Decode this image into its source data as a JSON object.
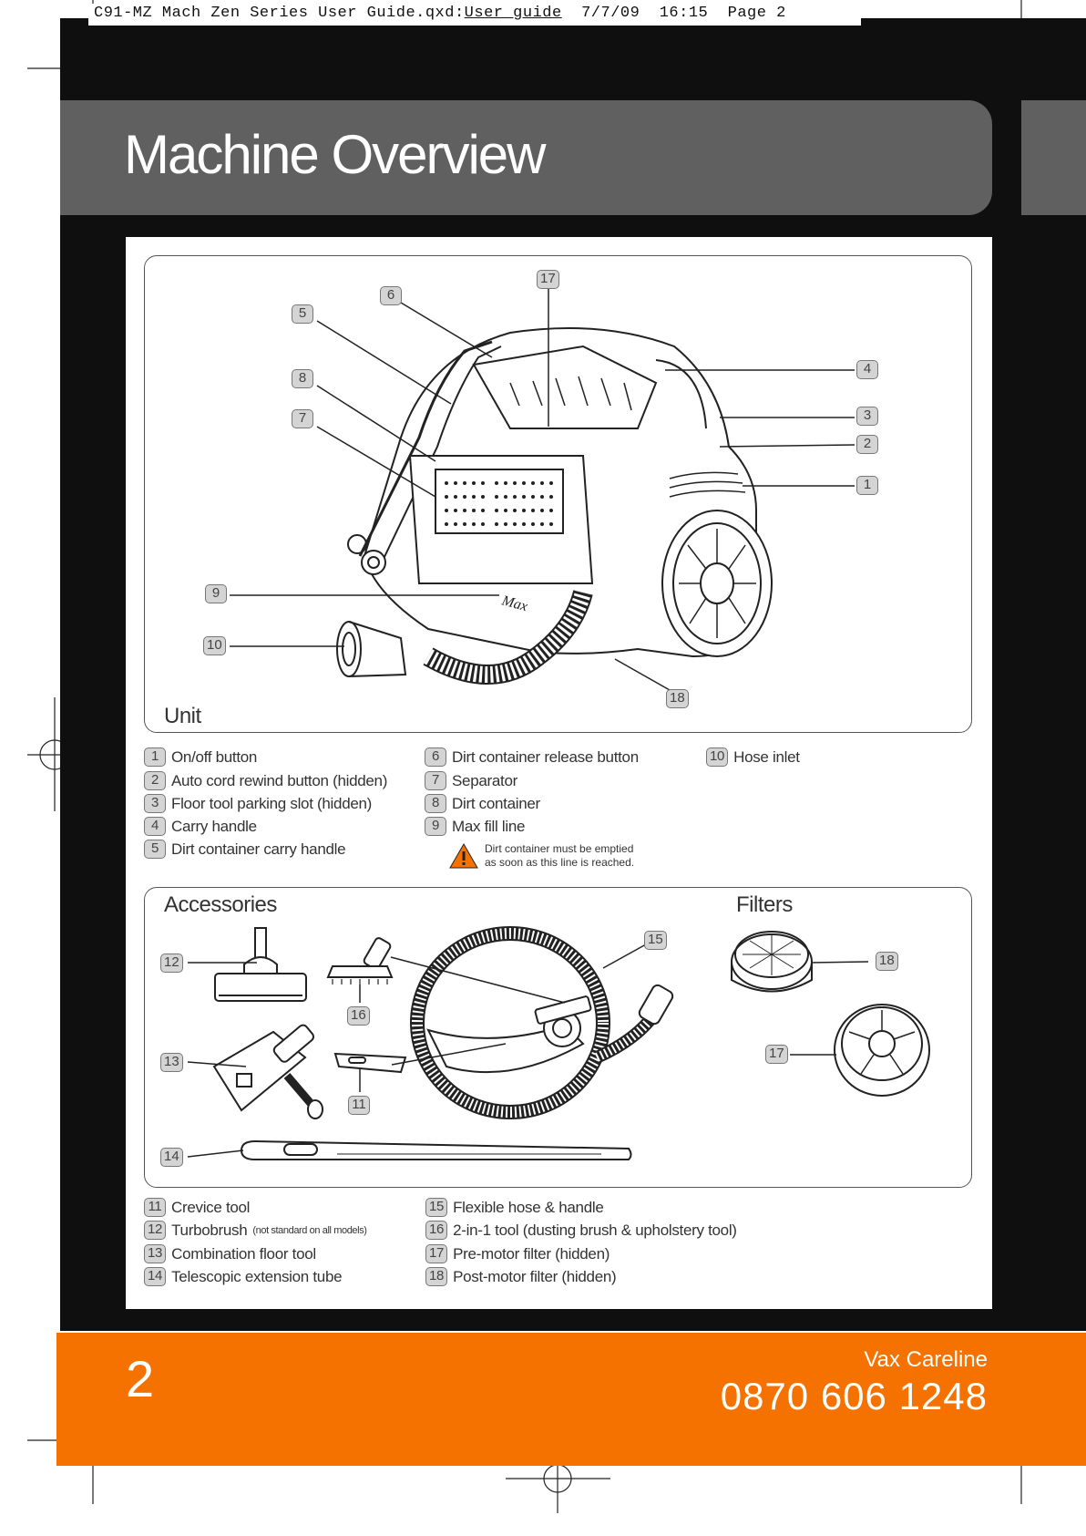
{
  "print_slug": {
    "before": "C91-MZ Mach Zen Series User Guide.qxd:",
    "underlined": "User guide",
    "after": "  7/7/09  16:15  Page 2"
  },
  "title": "Machine Overview",
  "unit_section": {
    "label": "Unit",
    "callouts": [
      "17",
      "6",
      "5",
      "8",
      "7",
      "4",
      "3",
      "2",
      "1",
      "9",
      "10",
      "18"
    ],
    "max_label": "Max",
    "parts_col1": [
      {
        "n": "1",
        "text": "On/off button"
      },
      {
        "n": "2",
        "text": "Auto cord rewind button (hidden)"
      },
      {
        "n": "3",
        "text": "Floor tool parking slot (hidden)"
      },
      {
        "n": "4",
        "text": "Carry handle"
      },
      {
        "n": "5",
        "text": "Dirt container carry handle"
      }
    ],
    "parts_col2": [
      {
        "n": "6",
        "text": "Dirt container release button"
      },
      {
        "n": "7",
        "text": "Separator"
      },
      {
        "n": "8",
        "text": "Dirt container"
      },
      {
        "n": "9",
        "text": "Max fill line"
      }
    ],
    "parts_col3": [
      {
        "n": "10",
        "text": "Hose inlet"
      }
    ],
    "warning": {
      "line1": "Dirt container must be emptied",
      "line2": "as soon as this line is reached."
    }
  },
  "accessories_section": {
    "label": "Accessories",
    "filters_label": "Filters",
    "callouts": [
      "12",
      "16",
      "15",
      "13",
      "11",
      "14",
      "18",
      "17"
    ],
    "parts_col1": [
      {
        "n": "11",
        "text": "Crevice tool",
        "note": ""
      },
      {
        "n": "12",
        "text": "Turbobrush",
        "note": "(not standard on all models)"
      },
      {
        "n": "13",
        "text": "Combination floor tool",
        "note": ""
      },
      {
        "n": "14",
        "text": "Telescopic extension tube",
        "note": ""
      }
    ],
    "parts_col2": [
      {
        "n": "15",
        "text": "Flexible hose & handle"
      },
      {
        "n": "16",
        "text": "2-in-1 tool (dusting brush & upholstery tool)"
      },
      {
        "n": "17",
        "text": "Pre-motor filter (hidden)"
      },
      {
        "n": "18",
        "text": "Post-motor filter (hidden)"
      }
    ]
  },
  "footer": {
    "page_number": "2",
    "careline_label": "Vax Careline",
    "phone": "0870 606 1248"
  },
  "colors": {
    "header_band": "#606060",
    "footer_band": "#f57200",
    "background": "#0f0f0f",
    "callout_fill": "#d4d4d4"
  }
}
